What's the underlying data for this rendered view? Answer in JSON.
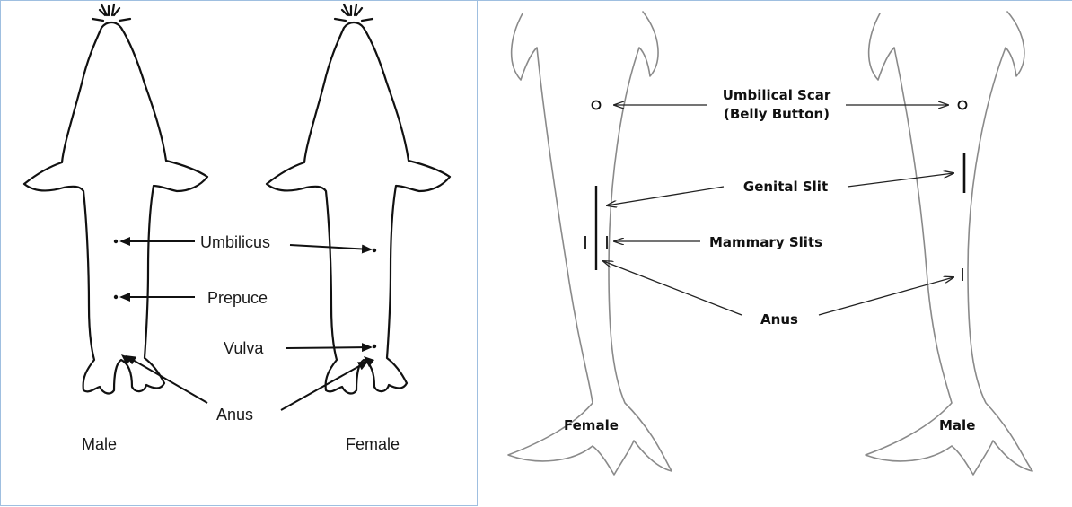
{
  "seal_diagram": {
    "labels": {
      "umbilicus": "Umbilicus",
      "prepuce": "Prepuce",
      "vulva": "Vulva",
      "anus": "Anus"
    },
    "sexes": {
      "male": "Male",
      "female": "Female"
    }
  },
  "dolphin_diagram": {
    "labels": {
      "umbilical_scar_line1": "Umbilical Scar",
      "umbilical_scar_line2": "(Belly Button)",
      "genital_slit": "Genital Slit",
      "mammary_slits": "Mammary Slits",
      "anus": "Anus"
    },
    "sexes": {
      "female": "Female",
      "male": "Male"
    }
  },
  "colors": {
    "panel_border": "#9fbfe0",
    "seal_outline": "#111111",
    "dolphin_outline": "#8a8a8a"
  }
}
